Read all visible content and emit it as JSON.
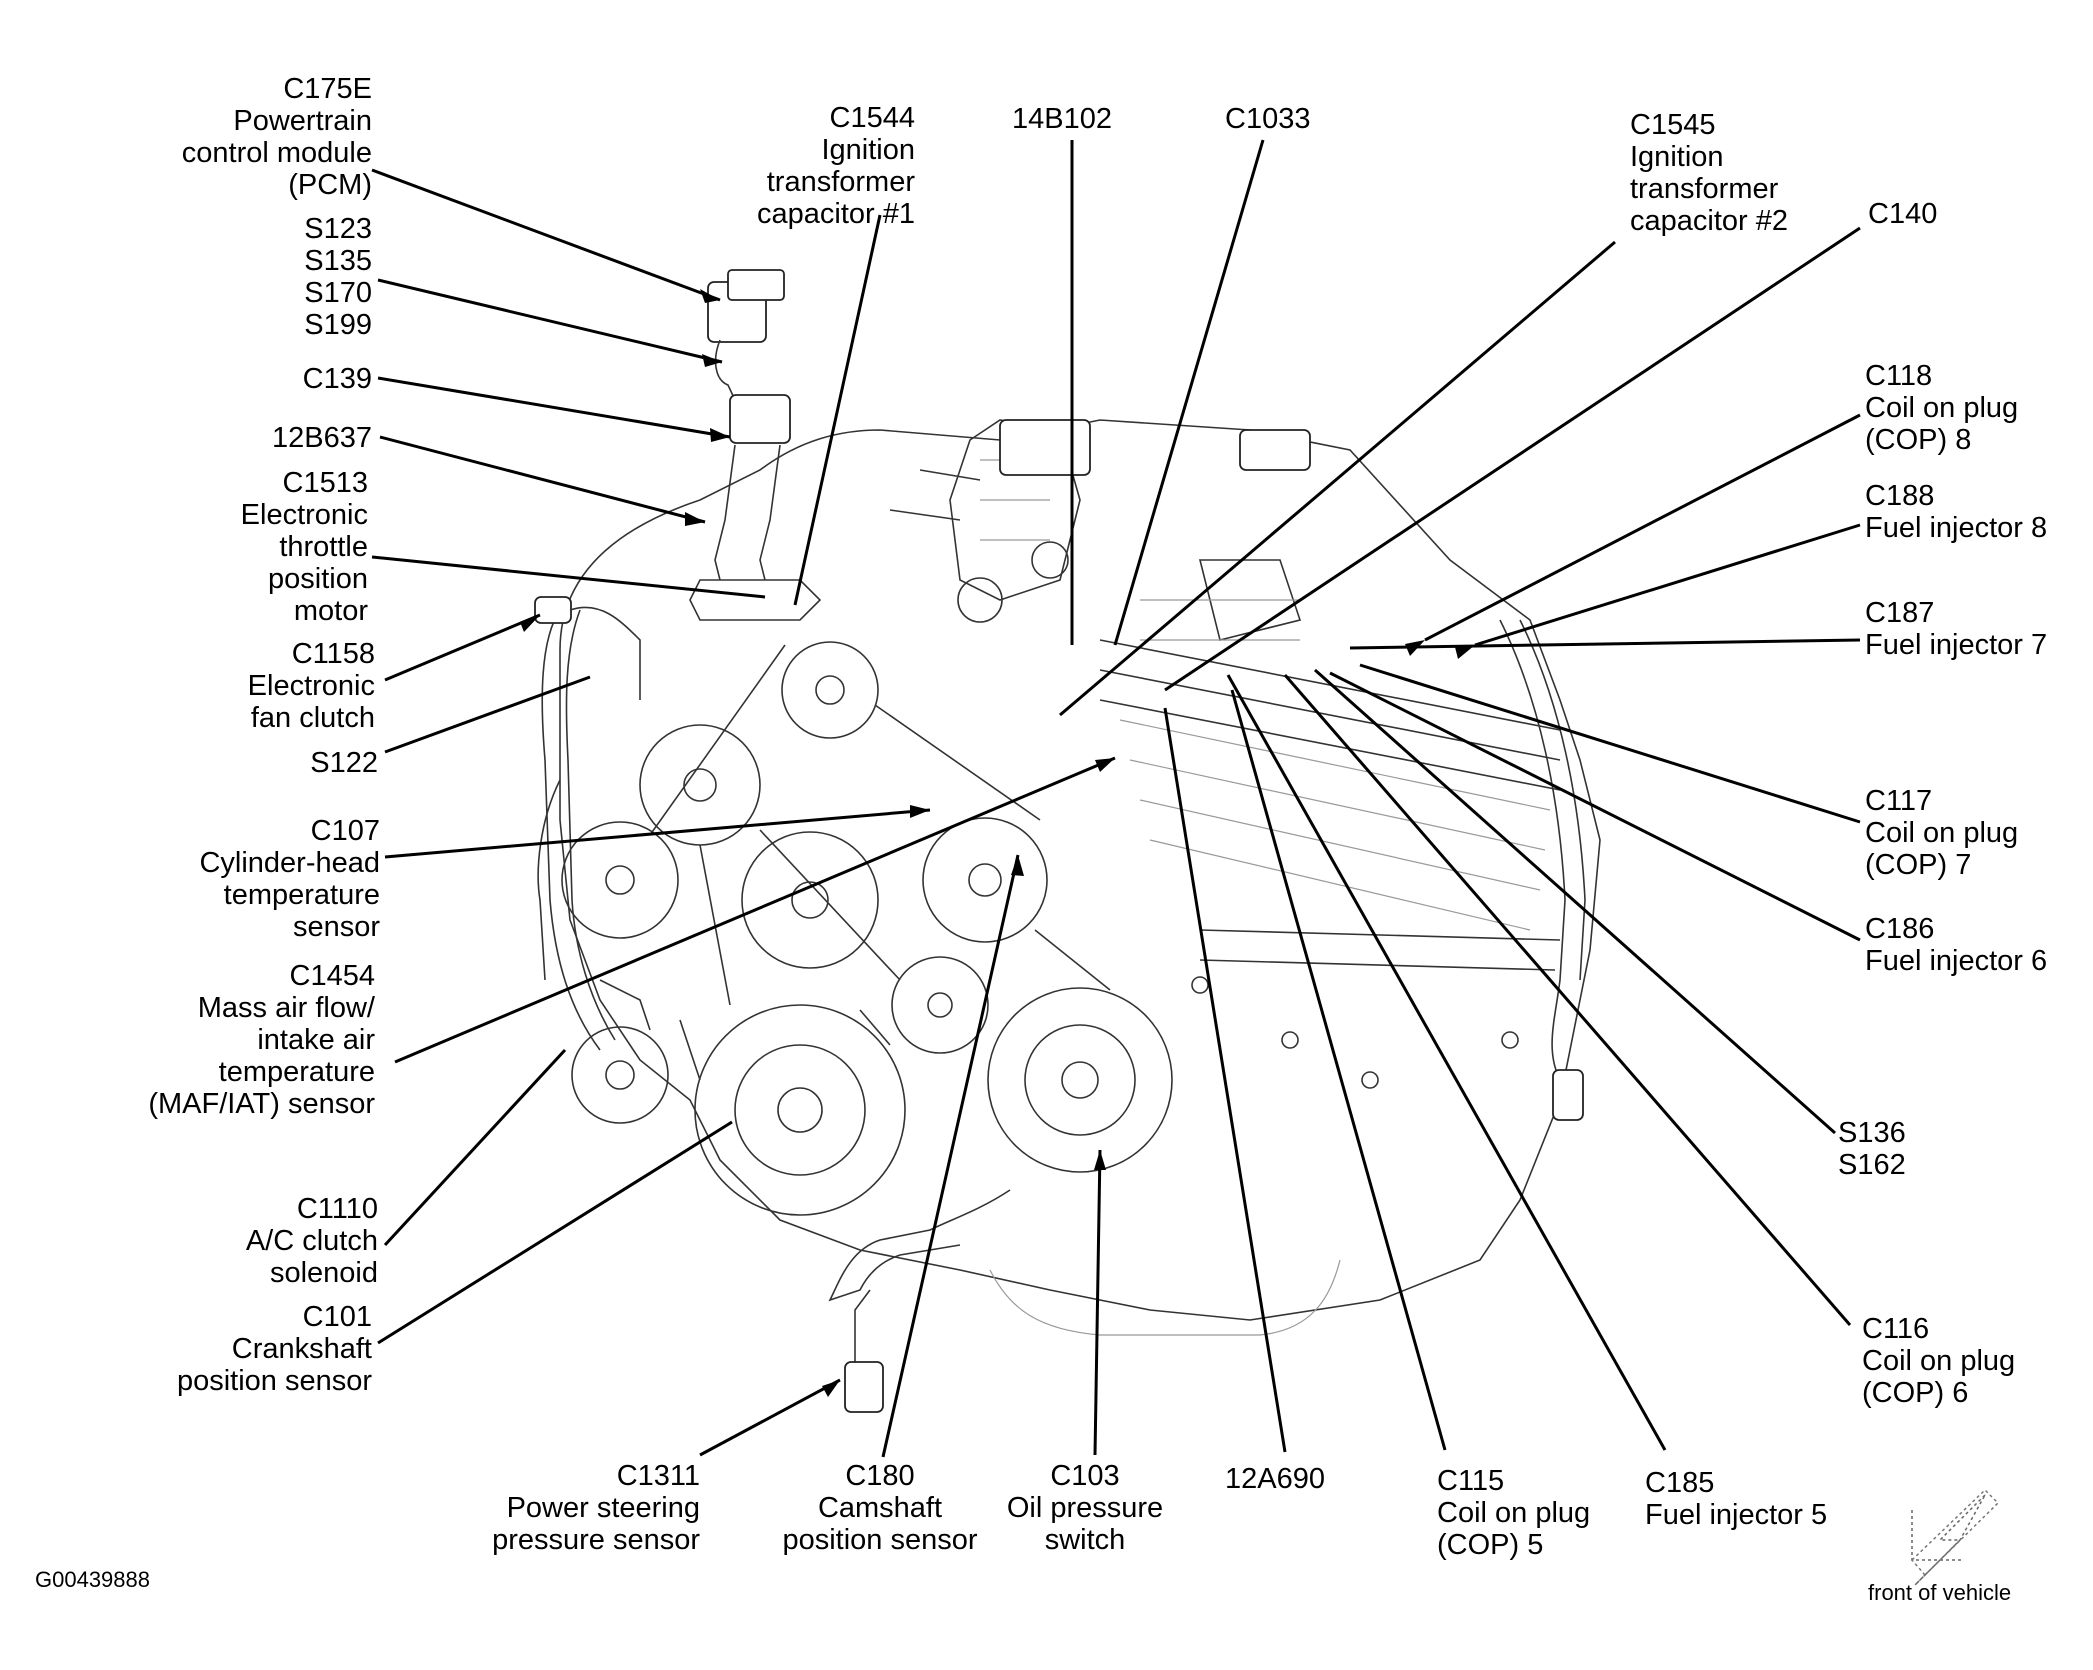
{
  "callouts": [
    {
      "id": "c175e",
      "lines": [
        "C175E",
        "Powertrain",
        "control module",
        "(PCM)"
      ]
    },
    {
      "id": "s-group",
      "lines": [
        "S123",
        "S135",
        "S170",
        "S199"
      ]
    },
    {
      "id": "c139",
      "lines": [
        "C139"
      ]
    },
    {
      "id": "12b637",
      "lines": [
        "12B637"
      ]
    },
    {
      "id": "c1513",
      "lines": [
        "C1513",
        "Electronic",
        "throttle",
        "position",
        "motor"
      ]
    },
    {
      "id": "c1158",
      "lines": [
        "C1158",
        "Electronic",
        "fan clutch"
      ]
    },
    {
      "id": "s122",
      "lines": [
        "S122"
      ]
    },
    {
      "id": "c107",
      "lines": [
        "C107",
        "Cylinder-head",
        "temperature",
        "sensor"
      ]
    },
    {
      "id": "c1454",
      "lines": [
        "C1454",
        "Mass air flow/",
        "intake air",
        "temperature",
        "(MAF/IAT) sensor"
      ]
    },
    {
      "id": "c1110",
      "lines": [
        "C1110",
        "A/C clutch",
        "solenoid"
      ]
    },
    {
      "id": "c101",
      "lines": [
        "C101",
        "Crankshaft",
        "position sensor"
      ]
    },
    {
      "id": "c1544",
      "lines": [
        "C1544",
        "Ignition",
        "transformer",
        "capacitor #1"
      ]
    },
    {
      "id": "14b102",
      "lines": [
        "14B102"
      ]
    },
    {
      "id": "c1033",
      "lines": [
        "C1033"
      ]
    },
    {
      "id": "c1545",
      "lines": [
        "C1545",
        "Ignition",
        "transformer",
        "capacitor #2"
      ]
    },
    {
      "id": "c140",
      "lines": [
        "C140"
      ]
    },
    {
      "id": "c118",
      "lines": [
        "C118",
        "Coil on plug",
        "(COP) 8"
      ]
    },
    {
      "id": "c188",
      "lines": [
        "C188",
        "Fuel injector 8"
      ]
    },
    {
      "id": "c187",
      "lines": [
        "C187",
        "Fuel injector 7"
      ]
    },
    {
      "id": "c117",
      "lines": [
        "C117",
        "Coil on plug",
        "(COP) 7"
      ]
    },
    {
      "id": "c186",
      "lines": [
        "C186",
        "Fuel injector 6"
      ]
    },
    {
      "id": "s136-s162",
      "lines": [
        "S136",
        "S162"
      ]
    },
    {
      "id": "c116",
      "lines": [
        "C116",
        "Coil on plug",
        "(COP) 6"
      ]
    },
    {
      "id": "c1311",
      "lines": [
        "C1311",
        "Power steering",
        "pressure sensor"
      ]
    },
    {
      "id": "c180",
      "lines": [
        "C180",
        "Camshaft",
        "position sensor"
      ]
    },
    {
      "id": "c103",
      "lines": [
        "C103",
        "Oil pressure",
        "switch"
      ]
    },
    {
      "id": "12a690",
      "lines": [
        "12A690"
      ]
    },
    {
      "id": "c115",
      "lines": [
        "C115",
        "Coil on plug",
        "(COP) 5"
      ]
    },
    {
      "id": "c185",
      "lines": [
        "C185",
        "Fuel injector 5"
      ]
    }
  ],
  "figure_id": "G00439888",
  "orientation_label": "front of vehicle"
}
